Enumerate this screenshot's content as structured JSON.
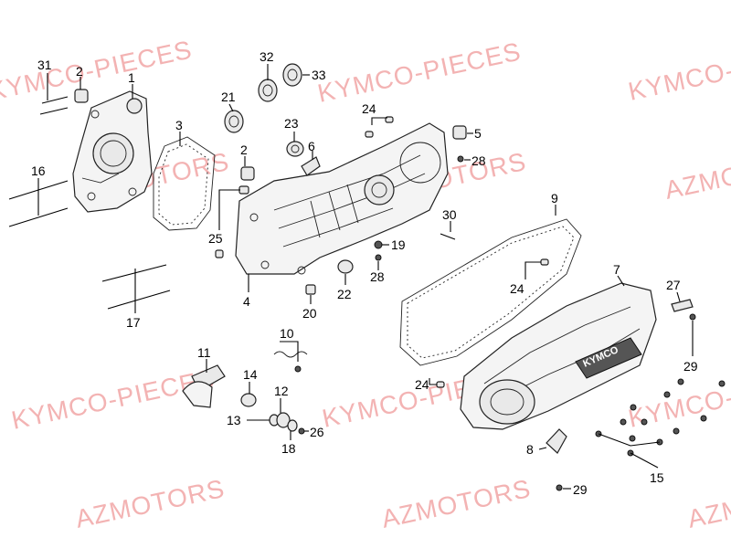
{
  "watermarks": {
    "kymco": "KYMCO-PIECES",
    "azmotors": "AZMOTORS",
    "color": "#f3b3b3"
  },
  "cover_logo": "KYMCO",
  "callouts": {
    "c31": "31",
    "c2a": "2",
    "c1": "1",
    "c3": "3",
    "c16": "16",
    "c17": "17",
    "c21": "21",
    "c32": "32",
    "c33": "33",
    "c24a": "24",
    "c5": "5",
    "c23": "23",
    "c6": "6",
    "c2b": "2",
    "c28a": "28",
    "c25": "25",
    "c4": "4",
    "c9": "9",
    "c30": "30",
    "c19": "19",
    "c28b": "28",
    "c22": "22",
    "c20": "20",
    "c24b": "24",
    "c7": "7",
    "c27": "27",
    "c29a": "29",
    "c10": "10",
    "c11": "11",
    "c14": "14",
    "c12": "12",
    "c13": "13",
    "c26": "26",
    "c18": "18",
    "c24c": "24",
    "c8": "8",
    "c15": "15",
    "c29b": "29"
  }
}
